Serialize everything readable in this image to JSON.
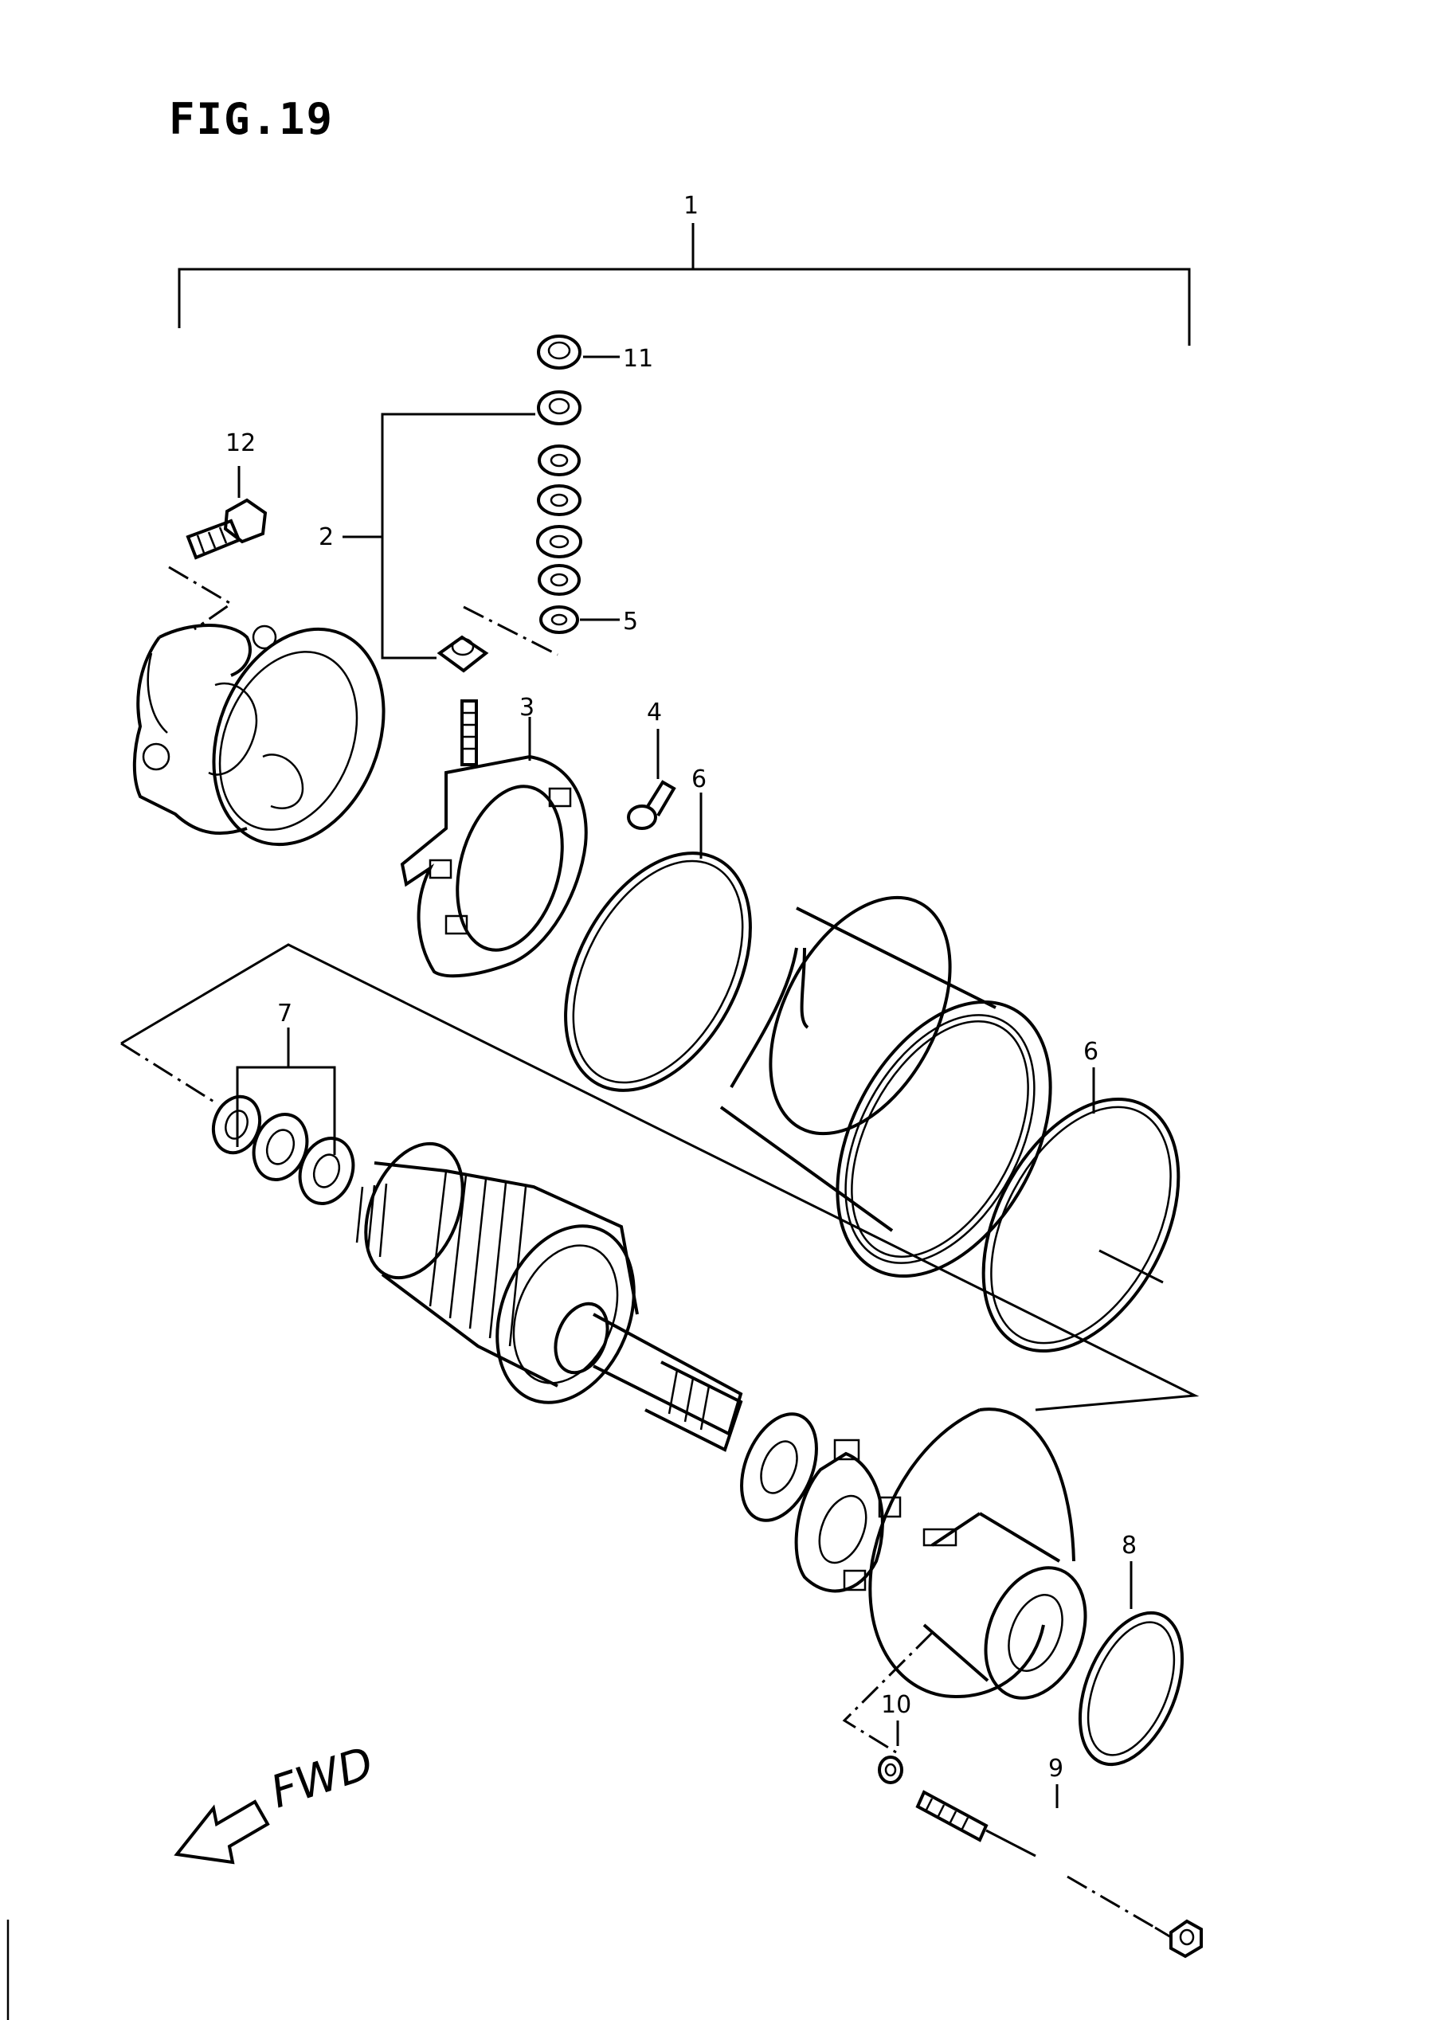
{
  "figure": {
    "title": "FIG.19"
  },
  "callouts": [
    "1",
    "2",
    "3",
    "4",
    "5",
    "6",
    "6",
    "7",
    "8",
    "9",
    "10",
    "11",
    "12"
  ],
  "direction": {
    "label": "FWD"
  }
}
